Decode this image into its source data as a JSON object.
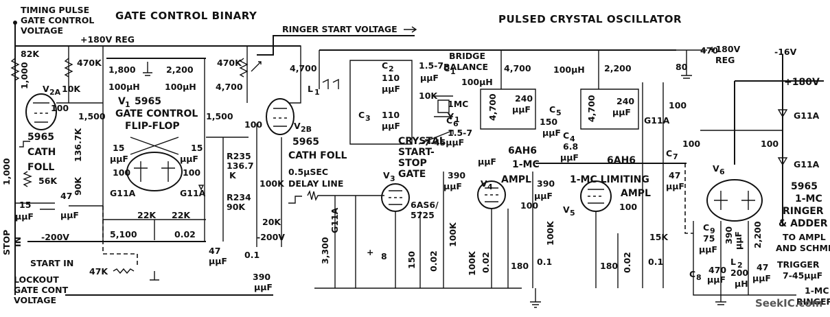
{
  "titles": {
    "gate_control": "GATE CONTROL BINARY",
    "oscillator": "PULSED CRYSTAL OSCILLATOR"
  },
  "labels": {
    "timing_pulse": [
      "TIMING PULSE",
      "GATE CONTROL",
      "VOLTAGE"
    ],
    "reg180_top": "+180V REG",
    "ringer_start": "RINGER START VOLTAGE",
    "reg180_right": [
      "+180V",
      "REG"
    ],
    "neg16": "-16V",
    "pos180": "+180V",
    "r82k": "82K",
    "r1000": "1,000",
    "v2a": "V",
    "v2a_sub": "2A",
    "r470k": "470K",
    "r1800": "1,800",
    "r2200a": "2,200",
    "r470k_b": "470K",
    "r4700_a": "4,700",
    "r10k": "10K",
    "c100": "100",
    "uh100_a": "100μH",
    "uh100_b": "100μH",
    "v1": "V",
    "v1_sub": "1",
    "v1_type": "5965",
    "flipflop": [
      "GATE CONTROL",
      "FLIP-FLOP"
    ],
    "r1500a": "1,500",
    "r1500b": "1,500",
    "r100_v2b": "100",
    "v2b": "V",
    "v2b_sub": "2B",
    "cath_foll_left": [
      "5965",
      "CATH",
      "FOLL"
    ],
    "cath_foll_mid": [
      "5965",
      "CATH FOLL"
    ],
    "r136k": "136.7K",
    "c15a": [
      "15",
      "μμF"
    ],
    "c15b": [
      "15",
      "μμF"
    ],
    "r235": [
      "R235",
      "136.7",
      "K"
    ],
    "r234": [
      "R234",
      "90K"
    ],
    "r90k": "90K",
    "r100_left": "100",
    "r100_right": "100",
    "g11a_l": "G11A",
    "g11a_r": "G11A",
    "r56k": "56K",
    "r1000b": "1,000",
    "c15_stop": [
      "15",
      "μμF"
    ],
    "c47": [
      "47",
      "μμF"
    ],
    "r22k_a": "22K",
    "r22k_b": "22K",
    "r5100": "5,100",
    "c002": "0.02",
    "neg200_a": "-200V",
    "neg200_b": "-200V",
    "r100k": "100K",
    "r20k": "20K",
    "c47b": [
      "47",
      "μμF"
    ],
    "c01a": "0.1",
    "stop_in": [
      "STOP",
      "IN"
    ],
    "start_in": "START IN",
    "r47k": "47K",
    "lockout": [
      "LOCKOUT",
      "GATE CONT",
      "VOLTAGE"
    ],
    "c390a": [
      "390",
      "μμF"
    ],
    "r4700_l1": "4,700",
    "l1": "L",
    "l1_sub": "1",
    "c2": [
      "C",
      "2",
      "110",
      "μμF"
    ],
    "c3": [
      "C",
      "3",
      "110",
      "μμF"
    ],
    "c1": [
      "1.5-7",
      "μμF",
      "C",
      "1"
    ],
    "bridge": [
      "BRIDGE",
      "BALANCE"
    ],
    "r10k_b": "10K",
    "y1": [
      "1MC",
      "Y",
      "1"
    ],
    "trim745": "7-45μμF",
    "r4700_b": "4,700",
    "uh100_c": "100μH",
    "r4700_c": "4,700",
    "c240a": [
      "240",
      "μμF"
    ],
    "c6": [
      "C",
      "6",
      "1.5-7",
      "μμF"
    ],
    "r2200b": "2,200",
    "uh100_d": "100μH",
    "c5": [
      "C",
      "5",
      "150",
      "μμF"
    ],
    "r4700_d": "4,700",
    "c240b": [
      "240",
      "μμF"
    ],
    "r100_g11a": "100",
    "g11a_m": "G11A",
    "c4": [
      "C",
      "4",
      "6.8",
      "μμF"
    ],
    "r470": "470",
    "r80": "80",
    "g11a_r1": "G11A",
    "g11a_r2": "G11A",
    "r100_v6a": "100",
    "r100_v6b": "100",
    "delay": [
      "0.5μSEC",
      "DELAY LINE"
    ],
    "crystal_gate": [
      "CRYSTAL",
      "START-",
      "STOP",
      "GATE"
    ],
    "v3": "V",
    "v3_sub": "3",
    "v3_type": [
      "6AS6/",
      "5725"
    ],
    "c390b": [
      "390",
      "μμF"
    ],
    "amp1": [
      "6AH6",
      "1-MC",
      "AMPL"
    ],
    "v4": "V",
    "v4_sub": "4",
    "r100_v4": "100",
    "c390c": [
      "390",
      "μμF"
    ],
    "limit": [
      "6AH6",
      "1-MC  LIMITING",
      "AMPL"
    ],
    "v5": "V",
    "v5_sub": "5",
    "r100_v5": "100",
    "g11a_v3": "G11A",
    "r3300": "3,300",
    "c8": "8",
    "r150": "150",
    "c002b": "0.02",
    "r100k_b": "100K",
    "r100k_c": "100K",
    "c002c": "0.02",
    "r180": "180",
    "c01b": "0.1",
    "r100k_d": "100K",
    "r180b": "180",
    "c002d": "0.02",
    "c01c": "0.1",
    "r15k": "15K",
    "c7": [
      "C",
      "7",
      "47",
      "μμF"
    ],
    "v6": "V",
    "v6_sub": "6",
    "ringer": [
      "5965",
      "1-MC",
      "RINGER",
      "& ADDER"
    ],
    "to_ampl": [
      "TO AMPL",
      "AND SCHMITT"
    ],
    "c9": [
      "C",
      "9",
      "75",
      "μμF"
    ],
    "c390d": [
      "390",
      "μμF"
    ],
    "r2200c": "2,200",
    "c8b": [
      "C",
      "8",
      "470",
      "μμF"
    ],
    "l2": [
      "L",
      "2",
      "200",
      "μH"
    ],
    "c47c": [
      "47",
      "μμF"
    ],
    "trigger": [
      "TRIGGER",
      "7-45μμF"
    ],
    "ringer_out": [
      "1-MC",
      "RINGER OUT"
    ],
    "watermark": "SeekIC.com"
  }
}
